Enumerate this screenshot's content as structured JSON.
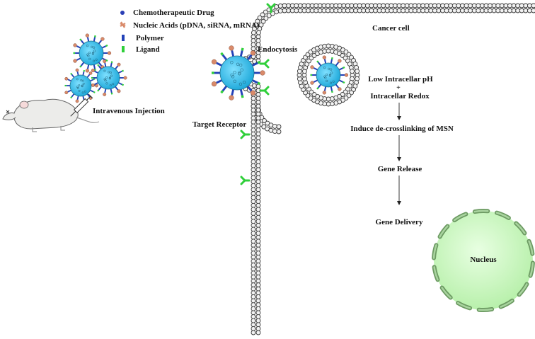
{
  "legend": [
    {
      "label": "Chemotherapeutic Drug",
      "icon": "drug-dot-icon",
      "color": "#2b3fb5"
    },
    {
      "label": "Nucleic Acids (pDNA, siRNA, mRNA)",
      "icon": "nucleic-acid-icon",
      "color": "#d98a6a"
    },
    {
      "label": "Polymer",
      "icon": "polymer-icon",
      "color": "#2342b8"
    },
    {
      "label": "Ligand",
      "icon": "ligand-icon",
      "color": "#2fcf3a"
    }
  ],
  "labels": {
    "intravenous_injection": "Intravenous Injection",
    "target_receptor": "Target Receptor",
    "endocytosis": "Endocytosis",
    "cancer_cell": "Cancer cell",
    "step1_line1": "Low Intracellar pH",
    "step1_plus": "+",
    "step1_line2": "Intracellar Redox",
    "step2": "Induce de-crosslinking of MSN",
    "step3": "Gene Release",
    "step4": "Gene Delivery",
    "nucleus": "Nucleus"
  },
  "colors": {
    "nanoparticle": "#3cc0e6",
    "ligand": "#2fcf3a",
    "polymer": "#2342b8",
    "nucleic_acid": "#d98a6a",
    "nucleus_fill": "#c9f5c0",
    "nucleus_pore": "#6c9a62"
  }
}
